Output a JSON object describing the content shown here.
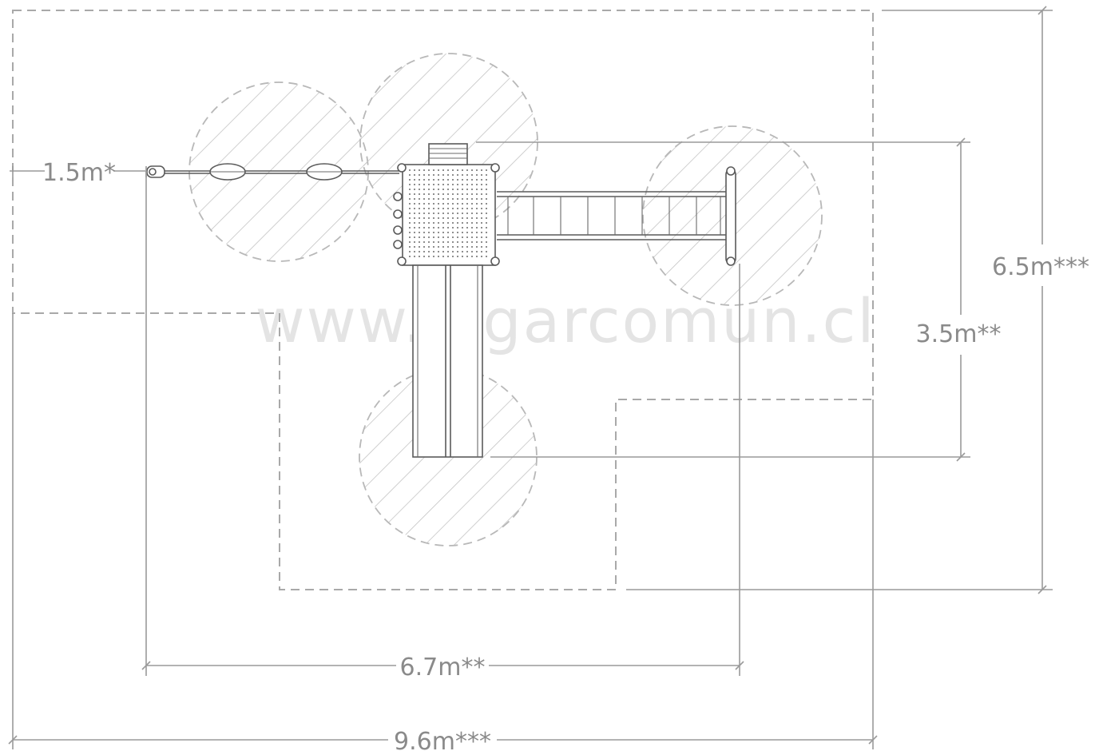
{
  "watermark": "www.lugarcomun.cl",
  "dimensions": {
    "swing_clearance": "1.5m*",
    "depth_equipment": "3.5m**",
    "depth_total": "6.5m***",
    "width_equipment": "6.7m**",
    "width_total": "9.6m***"
  },
  "colors": {
    "dimension": "#8a8a8a",
    "zone_outline": "#a9a9a9",
    "hatch": "#c4c4c4",
    "equipment": "#5a5a5a"
  }
}
